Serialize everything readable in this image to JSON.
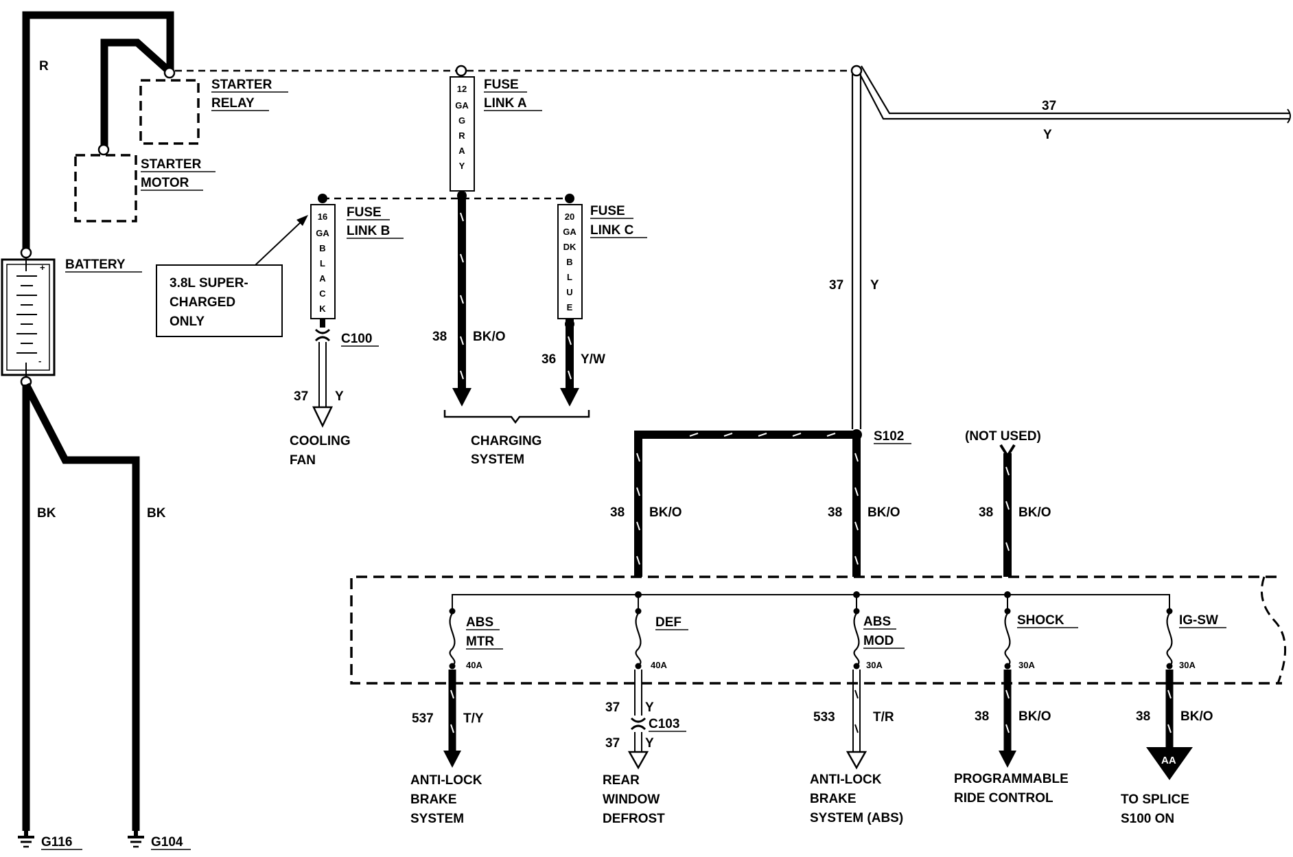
{
  "wire_colors": {
    "R": "R",
    "BK": "BK",
    "BK_O": "BK/O",
    "Y": "Y",
    "Y_W": "Y/W",
    "T_Y": "T/Y",
    "T_R": "T/R"
  },
  "circuits": {
    "c37": "37",
    "c38": "38",
    "c36": "36",
    "c537": "537",
    "c533": "533"
  },
  "components": {
    "starter_relay": [
      "STARTER",
      "RELAY"
    ],
    "starter_motor": [
      "STARTER",
      "MOTOR"
    ],
    "battery": "BATTERY",
    "battery_plus": "+",
    "battery_minus": "-",
    "note": [
      "3.8L SUPER-",
      "CHARGED",
      "ONLY"
    ],
    "fuse_link_a": [
      "FUSE",
      "LINK A"
    ],
    "fuse_link_b": [
      "FUSE",
      "LINK B"
    ],
    "fuse_link_c": [
      "FUSE",
      "LINK C"
    ],
    "fuse_link_a_spec": [
      "12",
      "GA",
      "G",
      "R",
      "A",
      "Y"
    ],
    "fuse_link_b_spec": [
      "16",
      "GA",
      "B",
      "L",
      "A",
      "C",
      "K"
    ],
    "fuse_link_c_spec": [
      "20",
      "GA",
      "DK",
      "B",
      "L",
      "U",
      "E"
    ],
    "c100": "C100",
    "c103": "C103",
    "s102": "S102",
    "not_used": "(NOT USED)",
    "grounds": [
      "G116",
      "G104"
    ],
    "splice_symbol": "AA"
  },
  "fuses": [
    {
      "label": [
        "ABS",
        "MTR"
      ],
      "rating": "40A"
    },
    {
      "label": [
        "DEF"
      ],
      "rating": "40A"
    },
    {
      "label": [
        "ABS",
        "MOD"
      ],
      "rating": "30A"
    },
    {
      "label": [
        "SHOCK"
      ],
      "rating": "30A"
    },
    {
      "label": [
        "IG-SW"
      ],
      "rating": "30A"
    }
  ],
  "destinations": {
    "cooling_fan": [
      "COOLING",
      "FAN"
    ],
    "charging_system": [
      "CHARGING",
      "SYSTEM"
    ],
    "abs_motor": [
      "ANTI-LOCK",
      "BRAKE",
      "SYSTEM"
    ],
    "rear_defrost": [
      "REAR",
      "WINDOW",
      "DEFROST"
    ],
    "abs_module": [
      "ANTI-LOCK",
      "BRAKE",
      "SYSTEM (ABS)"
    ],
    "ride_control": [
      "PROGRAMMABLE",
      "RIDE CONTROL"
    ],
    "splice": [
      "TO SPLICE",
      "S100 ON"
    ]
  }
}
